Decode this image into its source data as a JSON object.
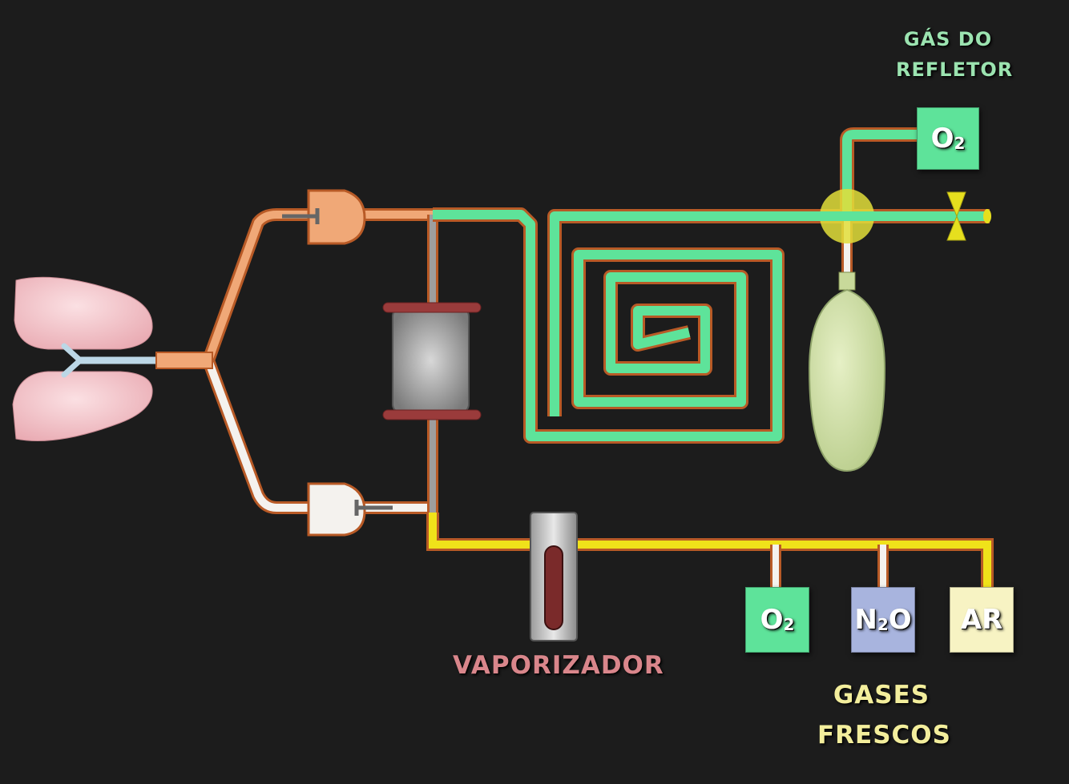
{
  "labels": {
    "reflector_gas_line1": "GÁS DO",
    "reflector_gas_line2": "REFLETOR",
    "vaporizer": "VAPORIZADOR",
    "fresh_gases_line1": "GASES",
    "fresh_gases_line2": "FRESCOS"
  },
  "gas_boxes": {
    "reflector_o2": {
      "main": "O",
      "sub": "2"
    },
    "o2": {
      "main": "O",
      "sub": "2"
    },
    "n2o": {
      "main1": "N",
      "sub": "2",
      "main2": "O"
    },
    "ar": {
      "main": "AR"
    }
  },
  "colors": {
    "background": "#1c1c1c",
    "green_gas": "#5ee39a",
    "tube_orange": "#d4733a",
    "yellow_gas": "#f0e21a",
    "peach": "#f0a877",
    "lungs": "#f3c6cc",
    "bag": "#cfe0a6",
    "reflector_label": "#9be3b0",
    "vaporizer_label": "#d9868b",
    "fresh_gases_label": "#f3ee9c",
    "o2_box": "#5ee39a",
    "n2o_box": "#a8b4de",
    "ar_box": "#f7f3c3"
  }
}
